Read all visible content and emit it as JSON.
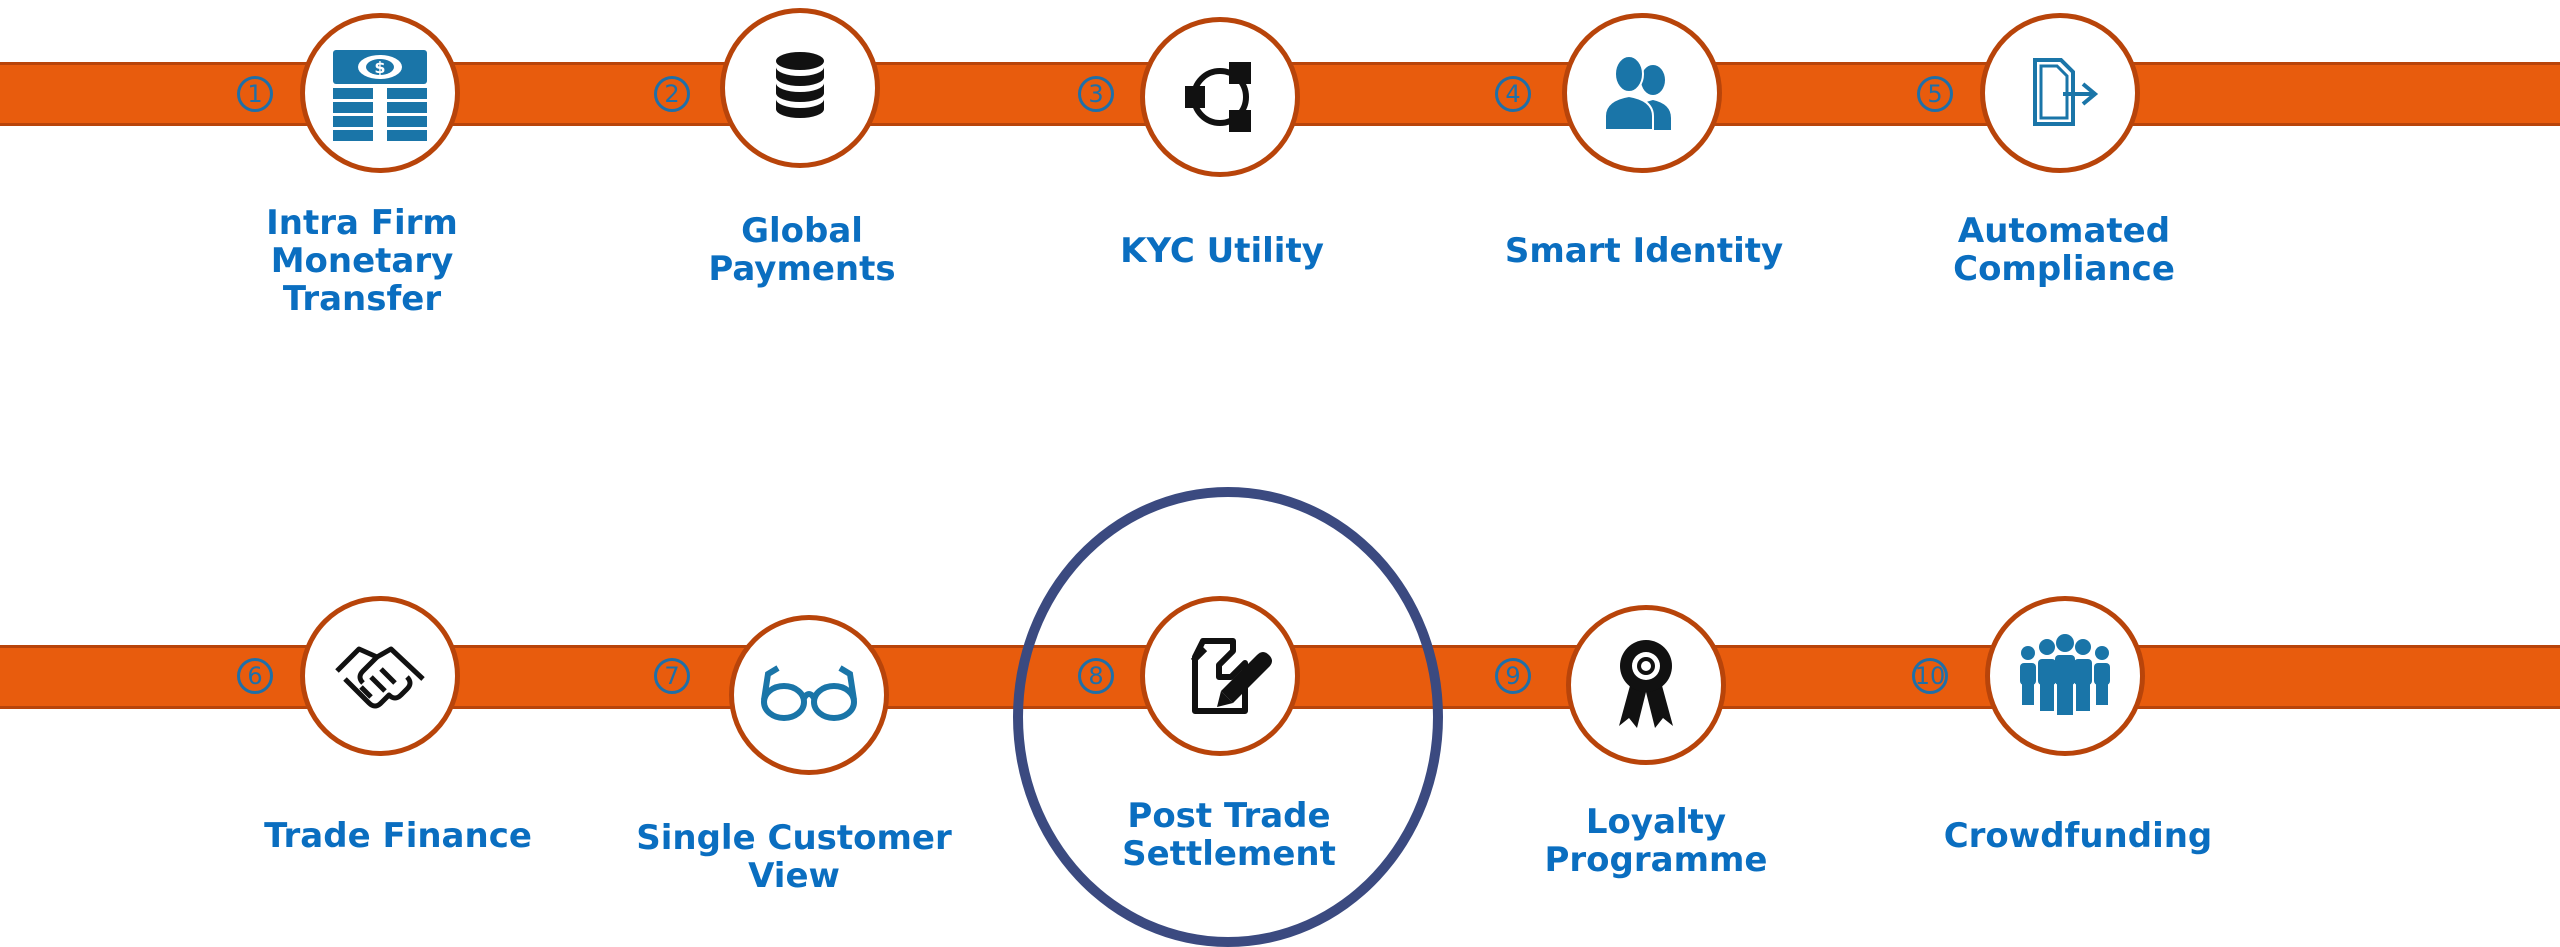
{
  "row1": [
    {
      "num": "1",
      "label_lines": [
        "Intra Firm",
        "Monetary",
        "Transfer"
      ],
      "icon": "money-stack-icon"
    },
    {
      "num": "2",
      "label_lines": [
        "Global",
        "Payments"
      ],
      "icon": "coin-stack-icon"
    },
    {
      "num": "3",
      "label_lines": [
        "KYC Utility"
      ],
      "icon": "network-nodes-icon"
    },
    {
      "num": "4",
      "label_lines": [
        "Smart Identity"
      ],
      "icon": "user-pair-icon"
    },
    {
      "num": "5",
      "label_lines": [
        "Automated",
        "Compliance"
      ],
      "icon": "export-document-icon"
    }
  ],
  "row2": [
    {
      "num": "6",
      "label_lines": [
        "Trade Finance"
      ],
      "icon": "handshake-icon"
    },
    {
      "num": "7",
      "label_lines": [
        "Single Customer",
        "View"
      ],
      "icon": "glasses-icon"
    },
    {
      "num": "8",
      "label_lines": [
        "Post Trade",
        "Settlement"
      ],
      "icon": "sign-document-icon"
    },
    {
      "num": "9",
      "label_lines": [
        "Loyalty",
        "Programme"
      ],
      "icon": "award-ribbon-icon"
    },
    {
      "num": "10",
      "label_lines": [
        "Crowdfunding"
      ],
      "icon": "group-people-icon"
    }
  ],
  "colors": {
    "band": "#e85c0d",
    "band_border": "#b8440a",
    "number": "#1f6fa8",
    "label": "#0a6ec0",
    "highlight": "#3b4a80"
  }
}
